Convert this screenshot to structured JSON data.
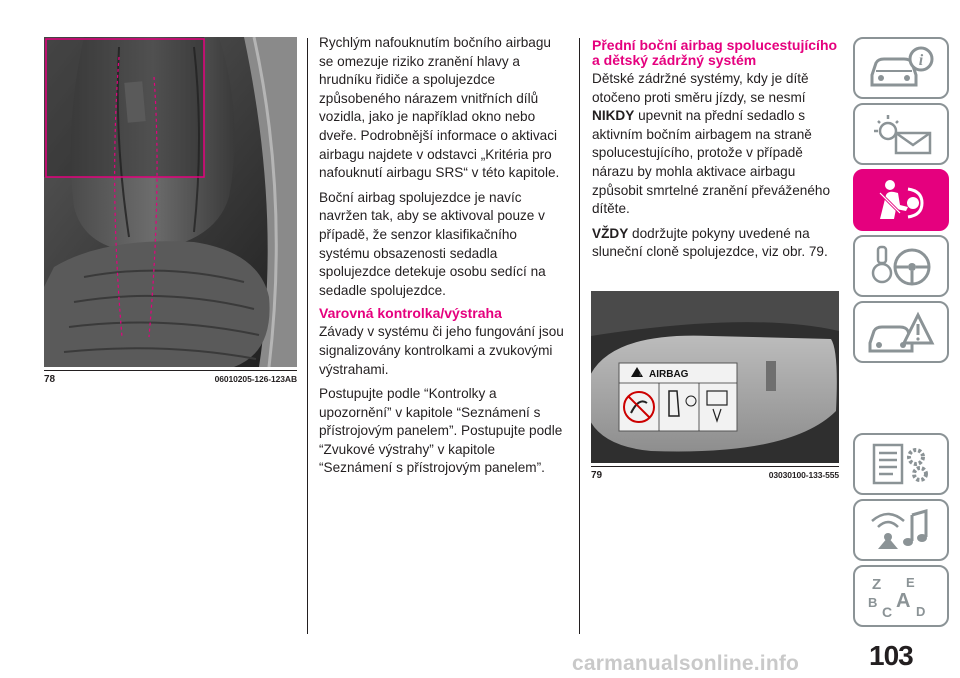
{
  "figures": {
    "fig78": {
      "number": "78",
      "code": "06010205-126-123AB"
    },
    "fig79": {
      "number": "79",
      "code": "03030100-133-555",
      "label_heading": "AIRBAG"
    }
  },
  "column1": {
    "para1": "Rychlým nafouknutím bočního airbagu se omezuje riziko zranění hlavy a hrudníku řidiče a spolujezdce způsobeného nárazem vnitřních dílů vozidla, jako je například okno nebo dveře. Podrobnější informace o aktivaci airbagu najdete v odstavci „Kritéria pro nafouknutí airbagu SRS“ v této kapitole.",
    "para2": "Boční airbag spolujezdce je navíc navržen tak, aby se aktivoval pouze v případě, že senzor klasifikačního systému obsazenosti sedadla spolujezdce detekuje osobu sedící na sedadle spolujezdce.",
    "heading": "Varovná kontrolka/výstraha",
    "para3": "Závady v systému či jeho fungování jsou signalizovány kontrolkami a zvukovými výstrahami.",
    "para4": "Postupujte podle “Kontrolky a upozornění” v kapitole “Seznámení s přístrojovým panelem”. Postupujte podle “Zvukové výstrahy” v kapitole “Seznámení s přístrojovým panelem”."
  },
  "column2": {
    "heading": "Přední boční airbag spolucestujícího a dětský zádržný systém",
    "para1": "Dětské zádržné systémy, kdy je dítě otočeno proti směru jízdy, se nesmí",
    "para2_keyword": "NIKDY",
    "para2_rest": "upevnit na přední sedadlo s aktivním bočním airbagem na straně spolucestujícího, protože v případě nárazu by mohla aktivace airbagu způsobit smrtelné zranění převáženého dítěte.",
    "para3_keyword": "VŽDY",
    "para3_rest": "dodržujte pokyny uvedené na sluneční cloně spolujezdce, viz obr. 79."
  },
  "sidebar": {
    "tabs": [
      {
        "icon": "car-info-icon",
        "active": false
      },
      {
        "icon": "warning-light-message-icon",
        "active": false
      },
      {
        "icon": "seat-belt-airbag-icon",
        "active": true
      },
      {
        "icon": "key-steering-wheel-icon",
        "active": false
      },
      {
        "icon": "car-breakdown-warning-icon",
        "active": false
      },
      {
        "icon": "maintenance-checklist-icon",
        "active": false
      },
      {
        "icon": "multimedia-radio-icon",
        "active": false
      },
      {
        "icon": "alphabetical-index-icon",
        "active": false
      }
    ],
    "index_letters": [
      "Z",
      "E",
      "B",
      "A",
      "C",
      "D"
    ],
    "accent_color": "#e5007e",
    "border_color": "#8b9396"
  },
  "page_number": "103",
  "watermark": "carmanualsonline.info"
}
